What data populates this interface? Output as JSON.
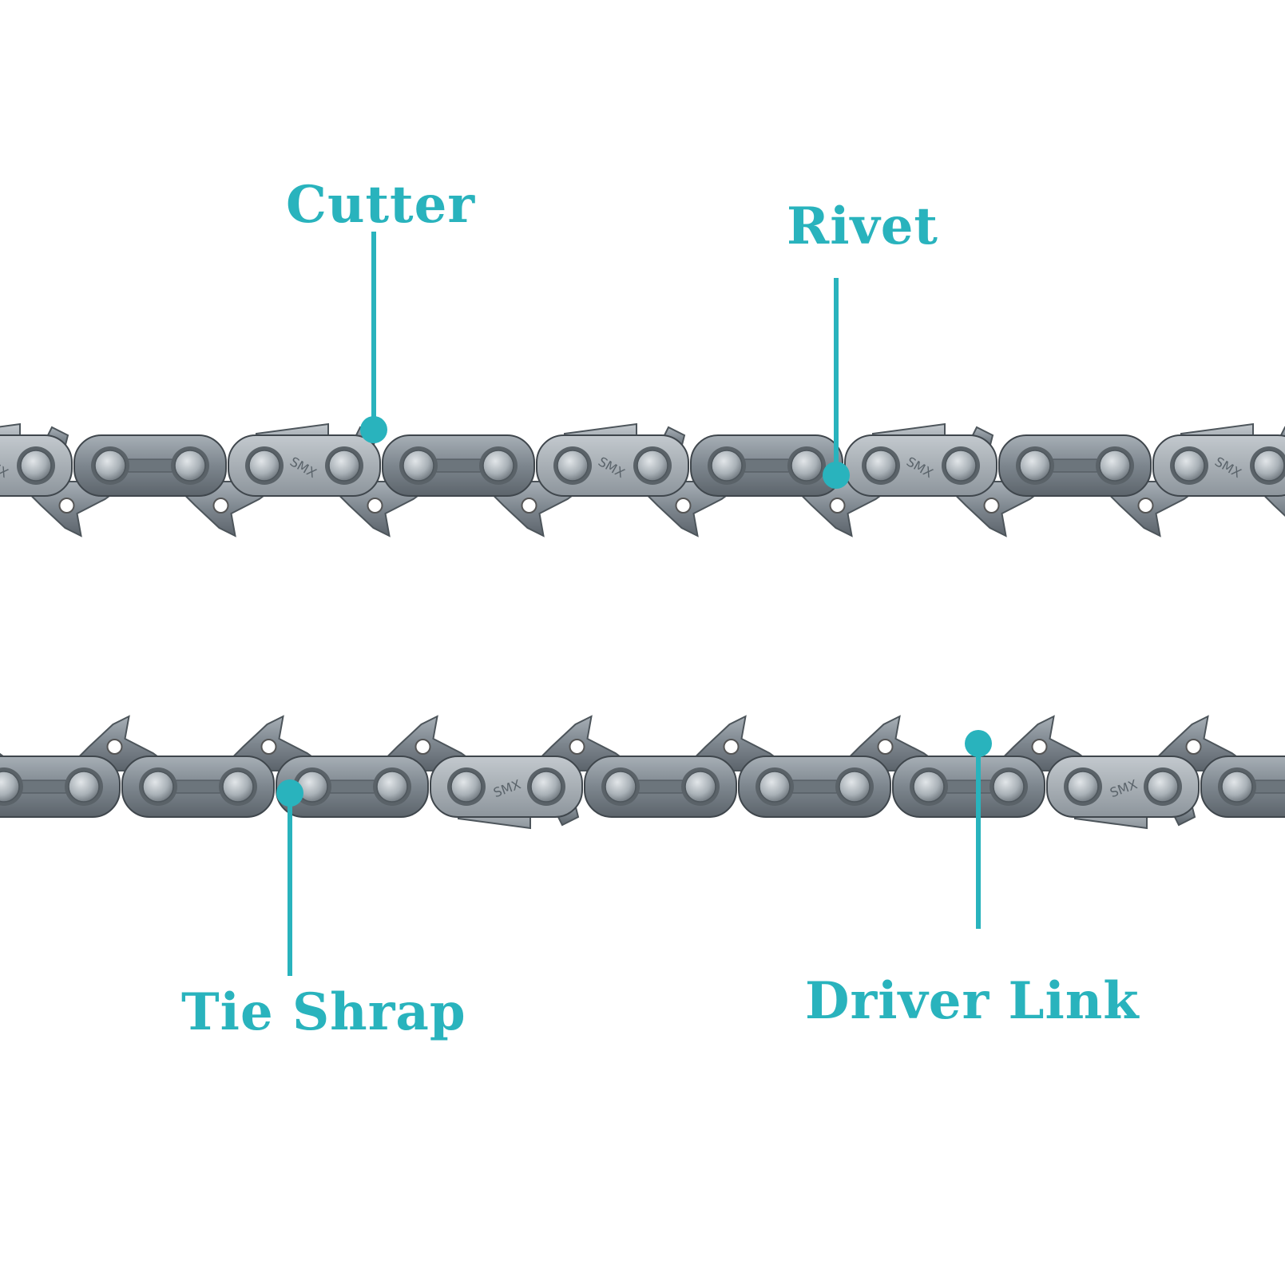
{
  "accent_color": "#29b3bd",
  "steel_color": "#8c959d",
  "rivet_color": "#b9c0c6",
  "callouts": {
    "cutter": "Cutter",
    "rivet": "Rivet",
    "tie_strap": "Tie Shrap",
    "driver_link": "Driver Link"
  },
  "stamp_text": "SMX"
}
